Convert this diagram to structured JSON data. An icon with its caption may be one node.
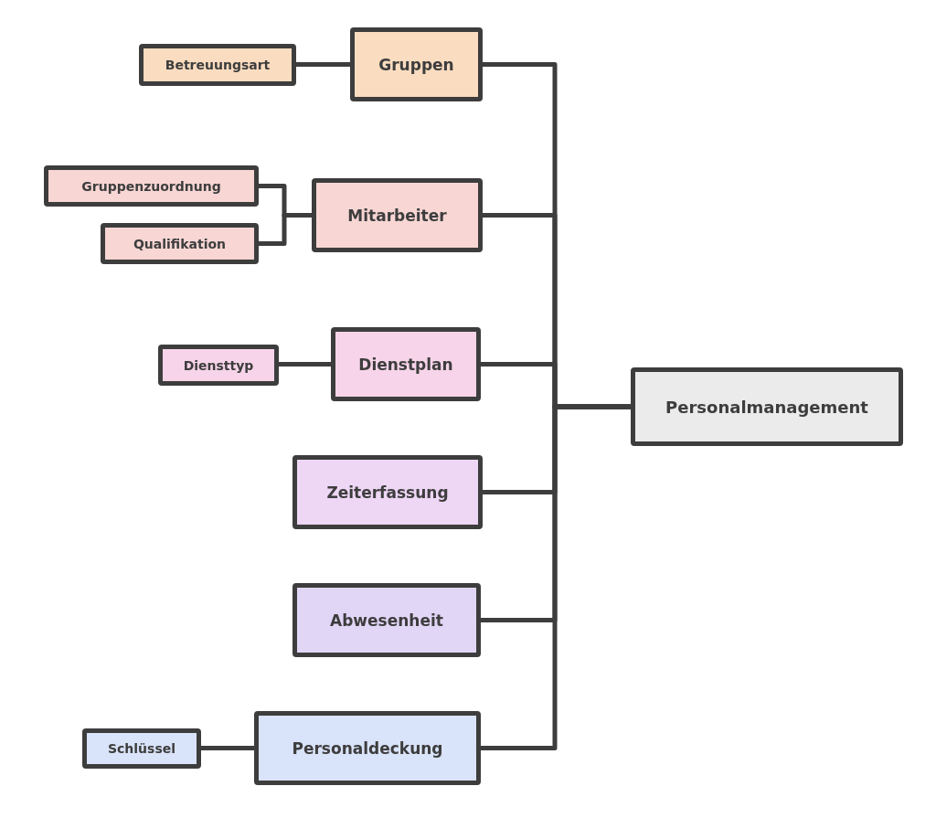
{
  "diagram": {
    "nodes": [
      {
        "text": [
          "Personalmanagement"
        ]
      },
      {
        "text": [
          "Gruppen"
        ]
      },
      {
        "text": [
          "Betreuungsart"
        ]
      },
      {
        "text": [
          "Mitarbeiter"
        ]
      },
      {
        "text": [
          "Gruppenzuordnung"
        ]
      },
      {
        "text": [
          "Qualifikation"
        ]
      },
      {
        "text": [
          "Dienstplan"
        ]
      },
      {
        "text": [
          "Diensttyp"
        ]
      },
      {
        "text": [
          "Zeiterfassung"
        ]
      },
      {
        "text": [
          "Abwesenheit"
        ]
      },
      {
        "text": [
          "Personaldeckung"
        ]
      },
      {
        "text": [
          "Schlüssel"
        ]
      }
    ],
    "edges": [
      {
        "from": 0,
        "to": 1,
        "arrow": "none"
      },
      {
        "from": 0,
        "to": 3,
        "arrow": "none"
      },
      {
        "from": 0,
        "to": 6,
        "arrow": "none"
      },
      {
        "from": 0,
        "to": 8,
        "arrow": "none"
      },
      {
        "from": 0,
        "to": 9,
        "arrow": "none"
      },
      {
        "from": 0,
        "to": 10,
        "arrow": "none"
      },
      {
        "from": 1,
        "to": 2,
        "arrow": "none"
      },
      {
        "from": 3,
        "to": 4,
        "arrow": "none"
      },
      {
        "from": 3,
        "to": 5,
        "arrow": "none"
      },
      {
        "from": 6,
        "to": 7,
        "arrow": "none"
      },
      {
        "from": 10,
        "to": 11,
        "arrow": "none"
      }
    ]
  }
}
